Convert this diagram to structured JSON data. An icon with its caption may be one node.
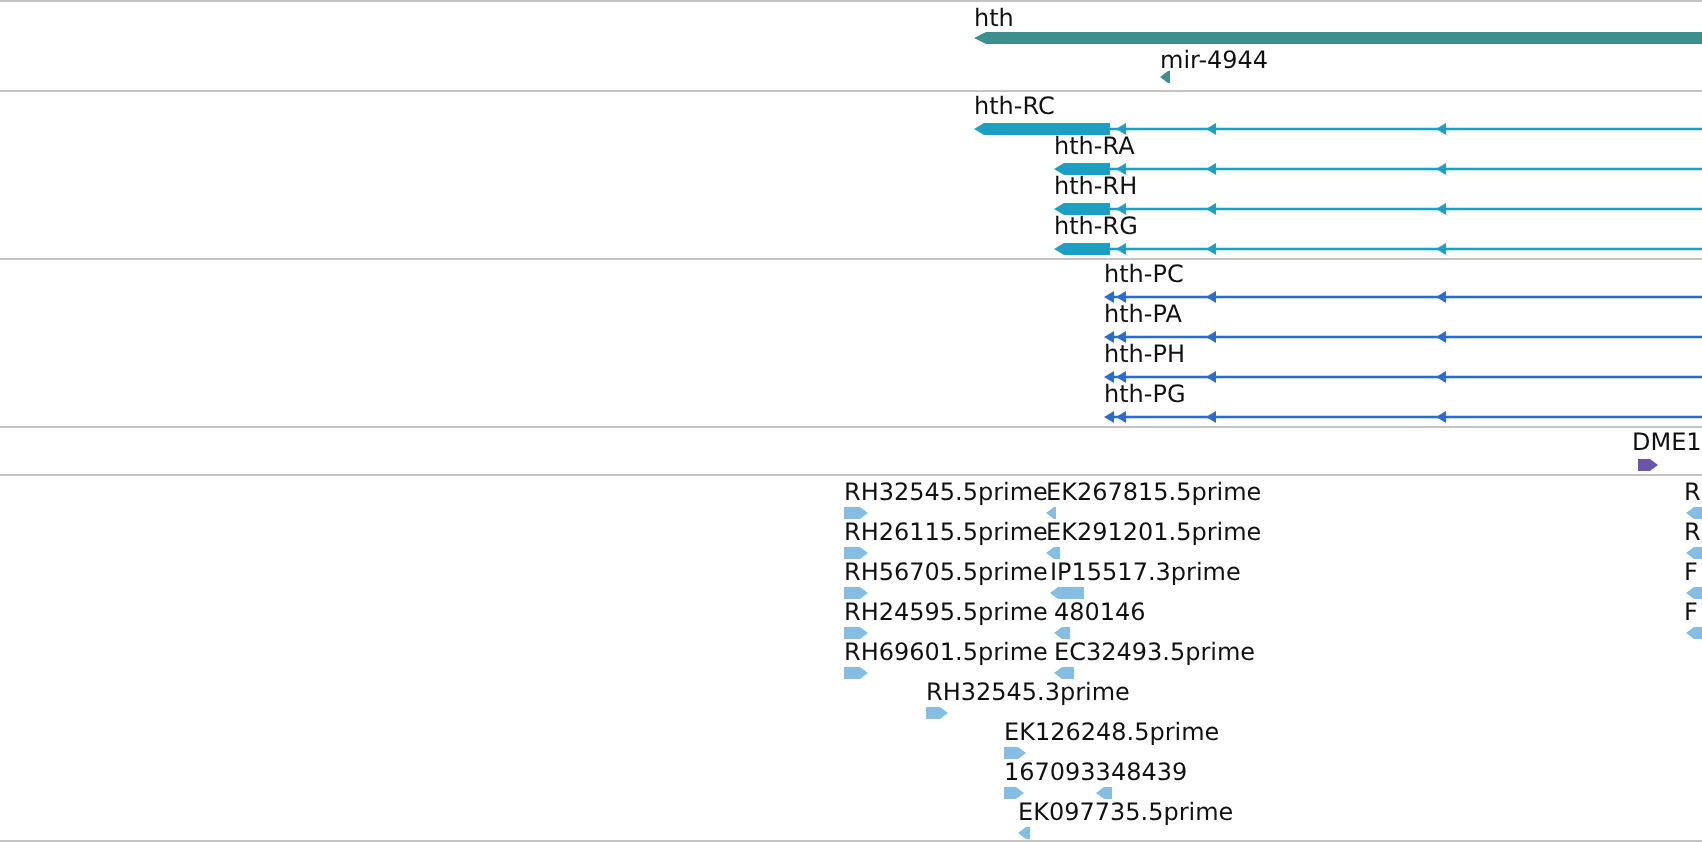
{
  "diagram": {
    "nodes": [
      {
        "text": [
          "hth"
        ]
      },
      {
        "text": [
          "mir-4944"
        ]
      },
      {
        "text": [
          "hth-RC"
        ]
      },
      {
        "text": [
          "hth-RA"
        ]
      },
      {
        "text": [
          "hth-RH"
        ]
      },
      {
        "text": [
          "hth-RG"
        ]
      },
      {
        "text": [
          "hth-PC"
        ]
      },
      {
        "text": [
          "hth-PA"
        ]
      },
      {
        "text": [
          "hth-PH"
        ]
      },
      {
        "text": [
          "hth-PG"
        ]
      },
      {
        "text": [
          "DME1"
        ]
      },
      {
        "text": [
          "RH32545.5prime"
        ]
      },
      {
        "text": [
          "EK267815.5prime"
        ]
      },
      {
        "text": [
          "RH26115.5prime"
        ]
      },
      {
        "text": [
          "EK291201.5prime"
        ]
      },
      {
        "text": [
          "RH56705.5prime"
        ]
      },
      {
        "text": [
          "IP15517.3prime"
        ]
      },
      {
        "text": [
          "RH24595.5prime"
        ]
      },
      {
        "text": [
          "480146"
        ]
      },
      {
        "text": [
          "RH69601.5prime"
        ]
      },
      {
        "text": [
          "EC32493.5prime"
        ]
      },
      {
        "text": [
          "RH32545.3prime"
        ]
      },
      {
        "text": [
          "EK126248.5prime"
        ]
      },
      {
        "text": [
          "167093348439"
        ]
      },
      {
        "text": [
          "EK097735.5prime"
        ]
      },
      {
        "text": [
          "R"
        ]
      },
      {
        "text": [
          "R"
        ]
      },
      {
        "text": [
          "F"
        ]
      },
      {
        "text": [
          "F"
        ]
      }
    ],
    "edges": []
  }
}
